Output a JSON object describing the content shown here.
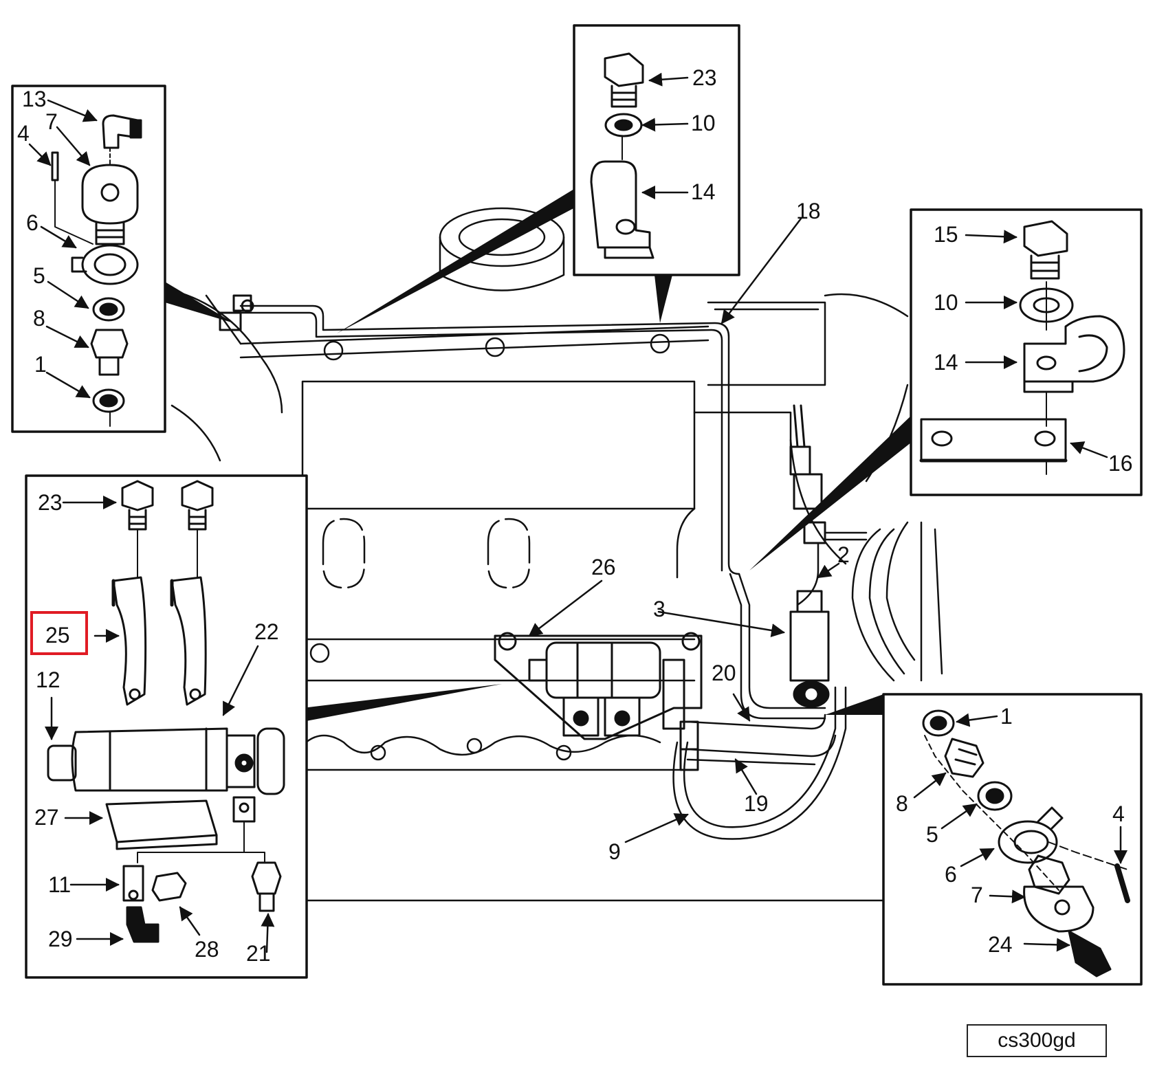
{
  "figure_code": "cs300gd",
  "highlight": {
    "label": "25",
    "color": "#e01b24"
  },
  "callouts": [
    {
      "id": "tl-13",
      "text": "13"
    },
    {
      "id": "tl-7",
      "text": "7"
    },
    {
      "id": "tl-4",
      "text": "4"
    },
    {
      "id": "tl-6",
      "text": "6"
    },
    {
      "id": "tl-5",
      "text": "5"
    },
    {
      "id": "tl-8",
      "text": "8"
    },
    {
      "id": "tl-1",
      "text": "1"
    },
    {
      "id": "tc-23",
      "text": "23"
    },
    {
      "id": "tc-10",
      "text": "10"
    },
    {
      "id": "tc-14",
      "text": "14"
    },
    {
      "id": "m-18",
      "text": "18"
    },
    {
      "id": "tr-15",
      "text": "15"
    },
    {
      "id": "tr-10",
      "text": "10"
    },
    {
      "id": "tr-14",
      "text": "14"
    },
    {
      "id": "tr-16",
      "text": "16"
    },
    {
      "id": "ml-23",
      "text": "23"
    },
    {
      "id": "ml-25",
      "text": "25"
    },
    {
      "id": "ml-22",
      "text": "22"
    },
    {
      "id": "ml-12",
      "text": "12"
    },
    {
      "id": "ml-27",
      "text": "27"
    },
    {
      "id": "ml-11",
      "text": "11"
    },
    {
      "id": "ml-28",
      "text": "28"
    },
    {
      "id": "ml-29",
      "text": "29"
    },
    {
      "id": "ml-21",
      "text": "21"
    },
    {
      "id": "m-26",
      "text": "26"
    },
    {
      "id": "m-3",
      "text": "3"
    },
    {
      "id": "m-2",
      "text": "2"
    },
    {
      "id": "m-20",
      "text": "20"
    },
    {
      "id": "m-19",
      "text": "19"
    },
    {
      "id": "m-9",
      "text": "9"
    },
    {
      "id": "br-1",
      "text": "1"
    },
    {
      "id": "br-8",
      "text": "8"
    },
    {
      "id": "br-5",
      "text": "5"
    },
    {
      "id": "br-6",
      "text": "6"
    },
    {
      "id": "br-4",
      "text": "4"
    },
    {
      "id": "br-7",
      "text": "7"
    },
    {
      "id": "br-24",
      "text": "24"
    }
  ]
}
